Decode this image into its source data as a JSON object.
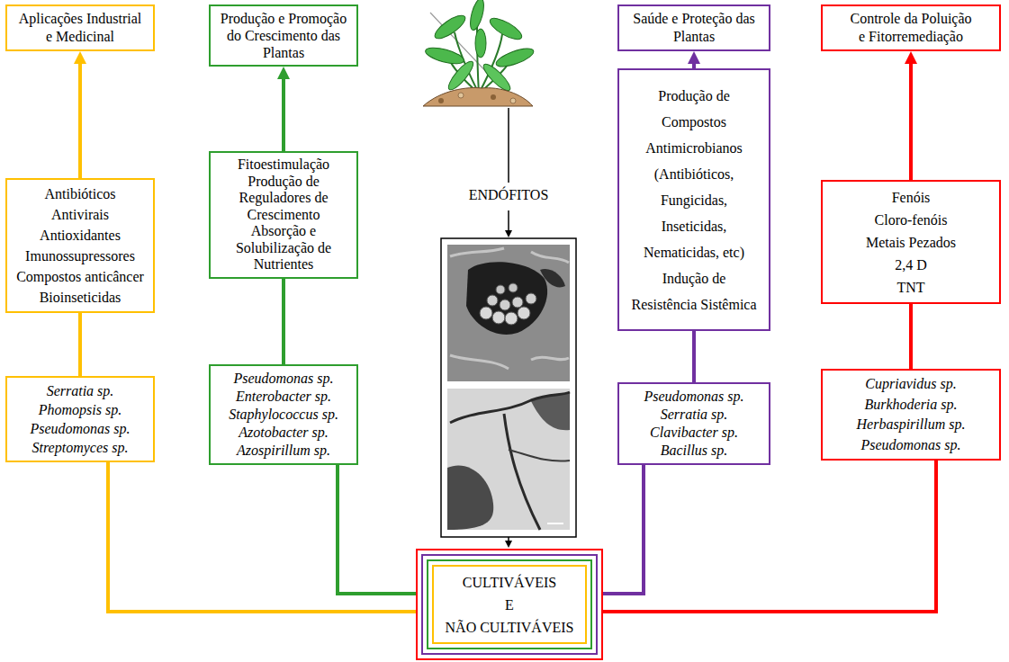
{
  "diagram": {
    "nodes": [
      {
        "text": [
          "Aplicações Industrial e Medicinal"
        ]
      },
      {
        "text": [
          "Produção e Promoção do Crescimento das Plantas"
        ]
      },
      {
        "text": [
          "Saúde e Proteção das Plantas"
        ]
      },
      {
        "text": [
          "Controle da Poluição e Fitorremediação"
        ]
      },
      {
        "text": [
          "Antibióticos",
          "Antivirais",
          "Antioxidantes",
          "Imunossupressores",
          "Compostos anticâncer",
          "Bioinseticidas"
        ]
      },
      {
        "text": [
          "Fitoestimulação",
          "Produção de Reguladores de Crescimento",
          "Absorção e Solubilização de Nutrientes"
        ]
      },
      {
        "text": [
          "Produção de Compostos Antimicrobianos (Antibióticos, Fungicidas, Inseticidas, Nematicidas, etc)",
          "Indução de Resistência Sistêmica"
        ]
      },
      {
        "text": [
          "Fenóis",
          "Cloro-fenóis",
          "Metais Pezados",
          "2,4 D",
          "TNT"
        ]
      },
      {
        "text": [
          "Serratia sp.",
          "Phomopsis sp.",
          "Pseudomonas sp.",
          "Streptomyces sp."
        ]
      },
      {
        "text": [
          "Pseudomonas sp.",
          "Enterobacter sp.",
          "Staphylococcus sp.",
          "Azotobacter sp.",
          "Azospirillum sp."
        ]
      },
      {
        "text": [
          "Pseudomonas sp.",
          "Serratia sp.",
          "Clavibacter sp.",
          "Bacillus sp."
        ]
      },
      {
        "text": [
          "Cupriavidus sp.",
          "Burkhoderia sp.",
          "Herbaspirillum sp.",
          "Pseudomonas sp."
        ]
      },
      {
        "text": [
          "CULTIVÁVEIS",
          "E",
          "NÃO CULTIVÁVEIS"
        ]
      }
    ],
    "edges": [
      {
        "from": 12,
        "to": 8,
        "arrow": "none"
      },
      {
        "from": 8,
        "to": 4,
        "arrow": "none"
      },
      {
        "from": 4,
        "to": 0,
        "arrow": "to"
      },
      {
        "from": 12,
        "to": 9,
        "arrow": "none"
      },
      {
        "from": 9,
        "to": 5,
        "arrow": "none"
      },
      {
        "from": 5,
        "to": 1,
        "arrow": "to"
      },
      {
        "from": 12,
        "to": 10,
        "arrow": "none"
      },
      {
        "from": 10,
        "to": 6,
        "arrow": "none"
      },
      {
        "from": 6,
        "to": 2,
        "arrow": "to"
      },
      {
        "from": 12,
        "to": 11,
        "arrow": "none"
      },
      {
        "from": 11,
        "to": 7,
        "arrow": "none"
      },
      {
        "from": 7,
        "to": 3,
        "arrow": "to"
      }
    ],
    "labels": [
      "ENDÓFITOS"
    ]
  }
}
